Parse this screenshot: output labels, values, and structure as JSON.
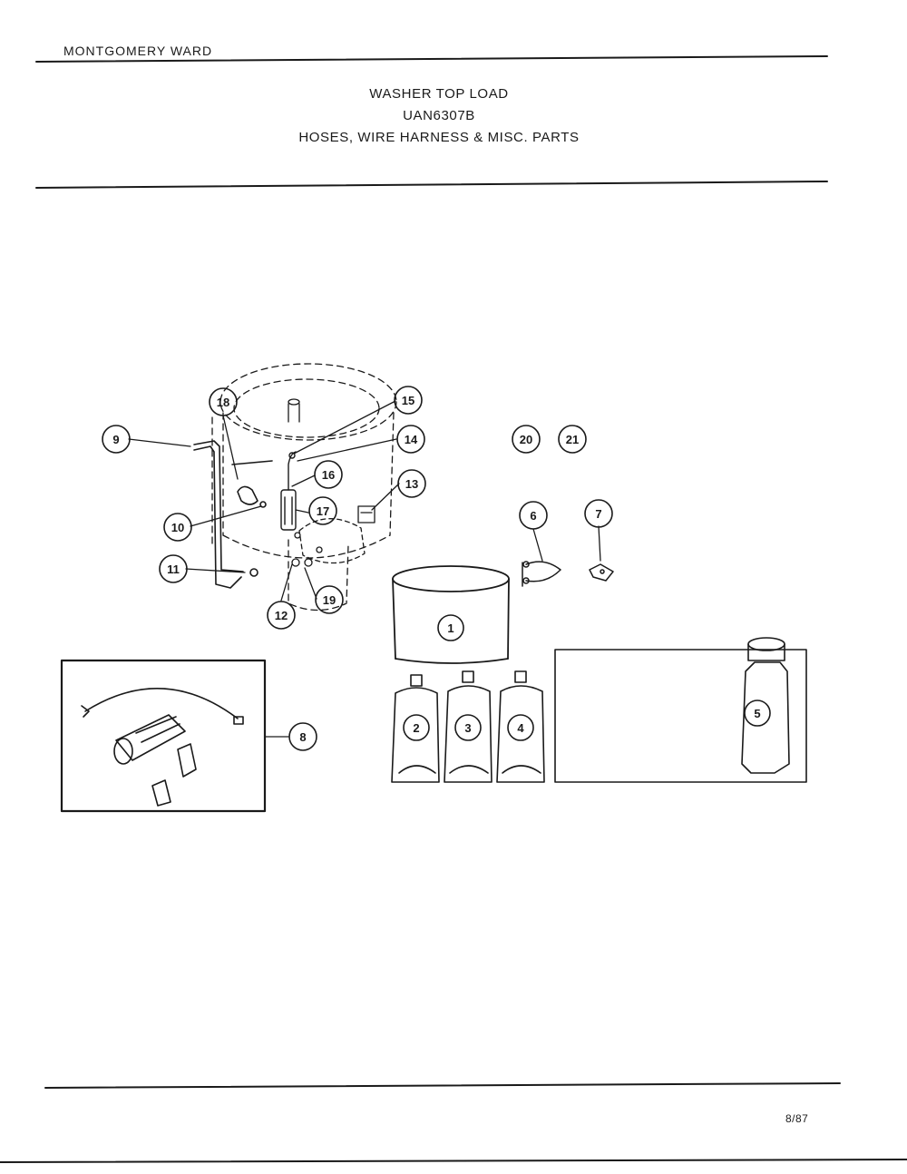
{
  "header": {
    "brand": "MONTGOMERY WARD",
    "title": "WASHER TOP LOAD",
    "model": "UAN6307B",
    "subtitle": "HOSES, WIRE HARNESS & MISC. PARTS"
  },
  "footer": {
    "page_code": "8/87"
  },
  "callouts": [
    "1",
    "2",
    "3",
    "4",
    "5",
    "6",
    "7",
    "8",
    "9",
    "10",
    "11",
    "12",
    "13",
    "14",
    "15",
    "16",
    "17",
    "18",
    "19",
    "20",
    "21"
  ]
}
